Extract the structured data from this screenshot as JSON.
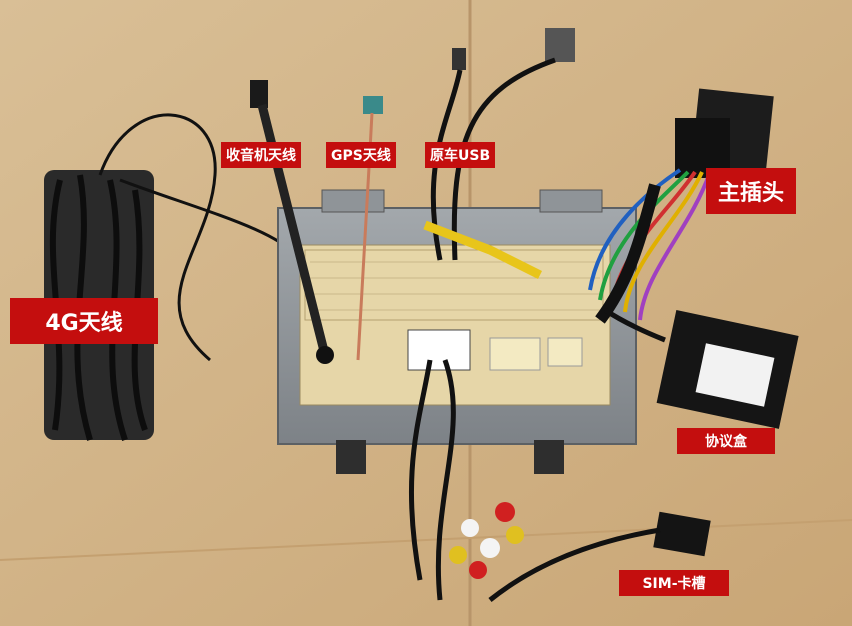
{
  "labels": {
    "radio_antenna": "收音机天线",
    "gps_antenna": "GPS天线",
    "original_usb": "原车USB",
    "main_connector": "主插头",
    "antenna_4g": "4G天线",
    "protocol_box": "协议盒",
    "sim_slot": "SIM-卡槽"
  },
  "colors": {
    "label_bg": "#c40e0e",
    "label_text": "#ffffff",
    "cardboard": "#d2b48a",
    "chassis": "#8e9397",
    "board": "#e8d9b0",
    "cable": "#111111"
  }
}
